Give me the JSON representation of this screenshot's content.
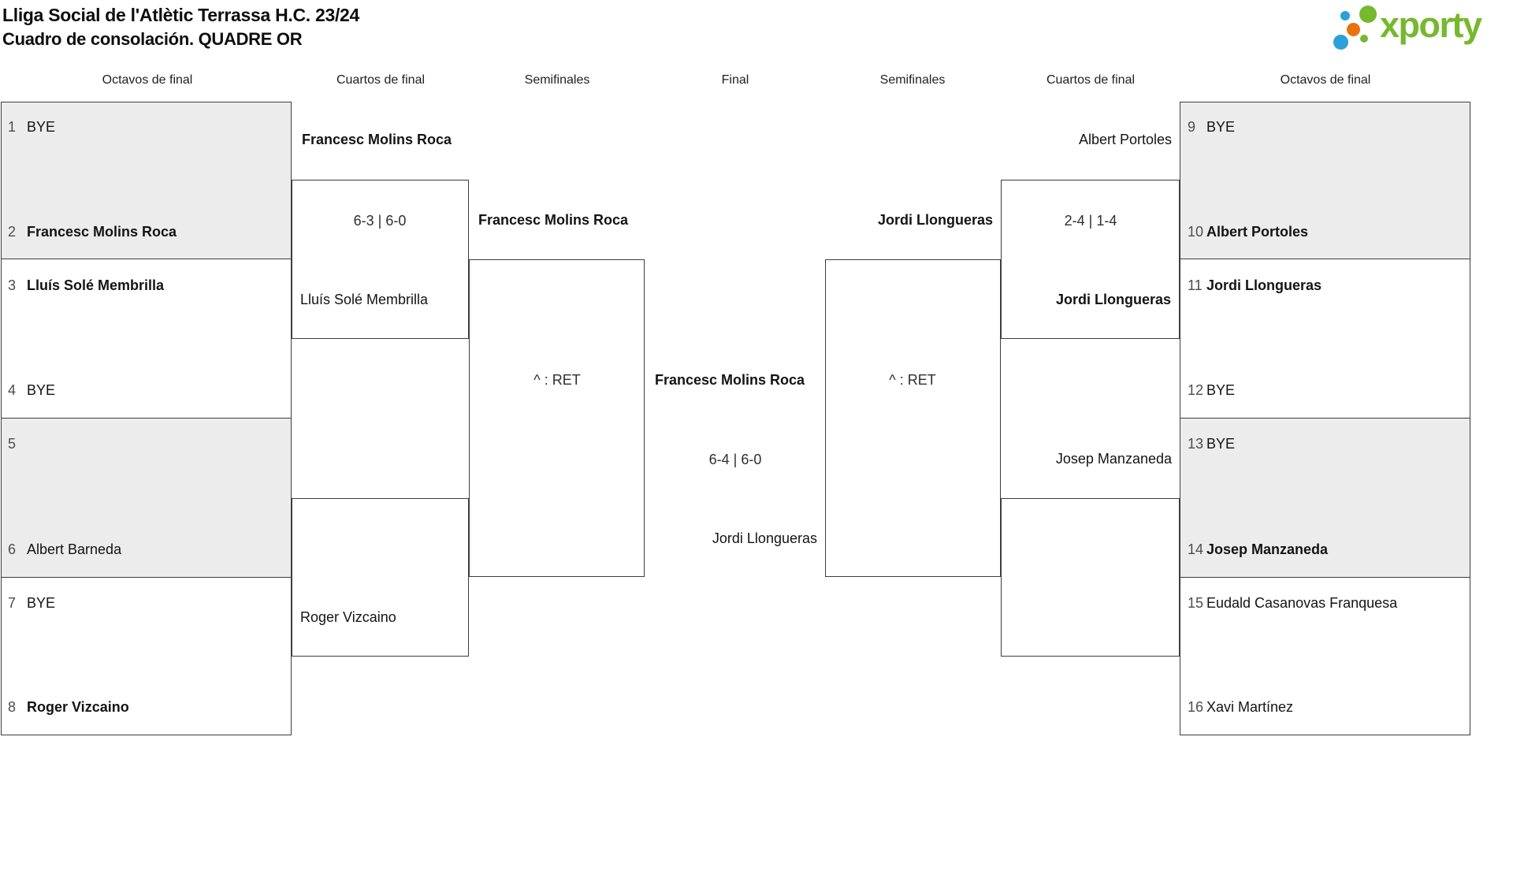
{
  "title": {
    "line1": "Lliga Social de l'Atlètic Terrassa H.C. 23/24",
    "line2": "Cuadro de consolación. QUADRE OR"
  },
  "logo": {
    "wordmark": "xporty"
  },
  "colors": {
    "logo_green": "#76b82e",
    "logo_blue": "#2ba0da",
    "logo_orange": "#e8730d",
    "box_shade": "#ececec",
    "line": "#3d3d3d"
  },
  "column_headers": {
    "r16_left": "Octavos de final",
    "qf_left": "Cuartos de final",
    "sf_left": "Semifinales",
    "final": "Final",
    "sf_right": "Semifinales",
    "qf_right": "Cuartos de final",
    "r16_right": "Octavos de final"
  },
  "seeds_left": [
    {
      "num": "1",
      "name": "BYE"
    },
    {
      "num": "2",
      "name": "Francesc Molins Roca"
    },
    {
      "num": "3",
      "name": "Lluís Solé Membrilla"
    },
    {
      "num": "4",
      "name": "BYE"
    },
    {
      "num": "5",
      "name": ""
    },
    {
      "num": "6",
      "name": "Albert Barneda"
    },
    {
      "num": "7",
      "name": "BYE"
    },
    {
      "num": "8",
      "name": "Roger Vizcaino"
    }
  ],
  "seeds_right": [
    {
      "num": "9",
      "name": "BYE"
    },
    {
      "num": "10",
      "name": "Albert Portoles"
    },
    {
      "num": "11",
      "name": "Jordi Llongueras"
    },
    {
      "num": "12",
      "name": "BYE"
    },
    {
      "num": "13",
      "name": "BYE"
    },
    {
      "num": "14",
      "name": "Josep Manzaneda"
    },
    {
      "num": "15",
      "name": "Eudald Casanovas Franquesa"
    },
    {
      "num": "16",
      "name": "Xavi Martínez"
    }
  ],
  "matches": {
    "qf_left_top": {
      "player1": "Francesc Molins Roca",
      "score": "6-3 | 6-0",
      "player2": "Lluís Solé Membrilla"
    },
    "qf_left_bottom": {
      "player2": "Roger Vizcaino"
    },
    "sf_left": {
      "winner": "Francesc Molins Roca",
      "score": "^ : RET"
    },
    "final": {
      "winner": "Francesc Molins Roca",
      "score": "6-4 | 6-0",
      "runner_up": "Jordi Llongueras"
    },
    "sf_right": {
      "winner": "Jordi Llongueras",
      "score": "^ : RET"
    },
    "qf_right_top": {
      "player1": "Albert Portoles",
      "score": "2-4 | 1-4",
      "player2": "Jordi Llongueras"
    },
    "qf_right_bottom": {
      "player1": "Josep Manzaneda"
    }
  }
}
